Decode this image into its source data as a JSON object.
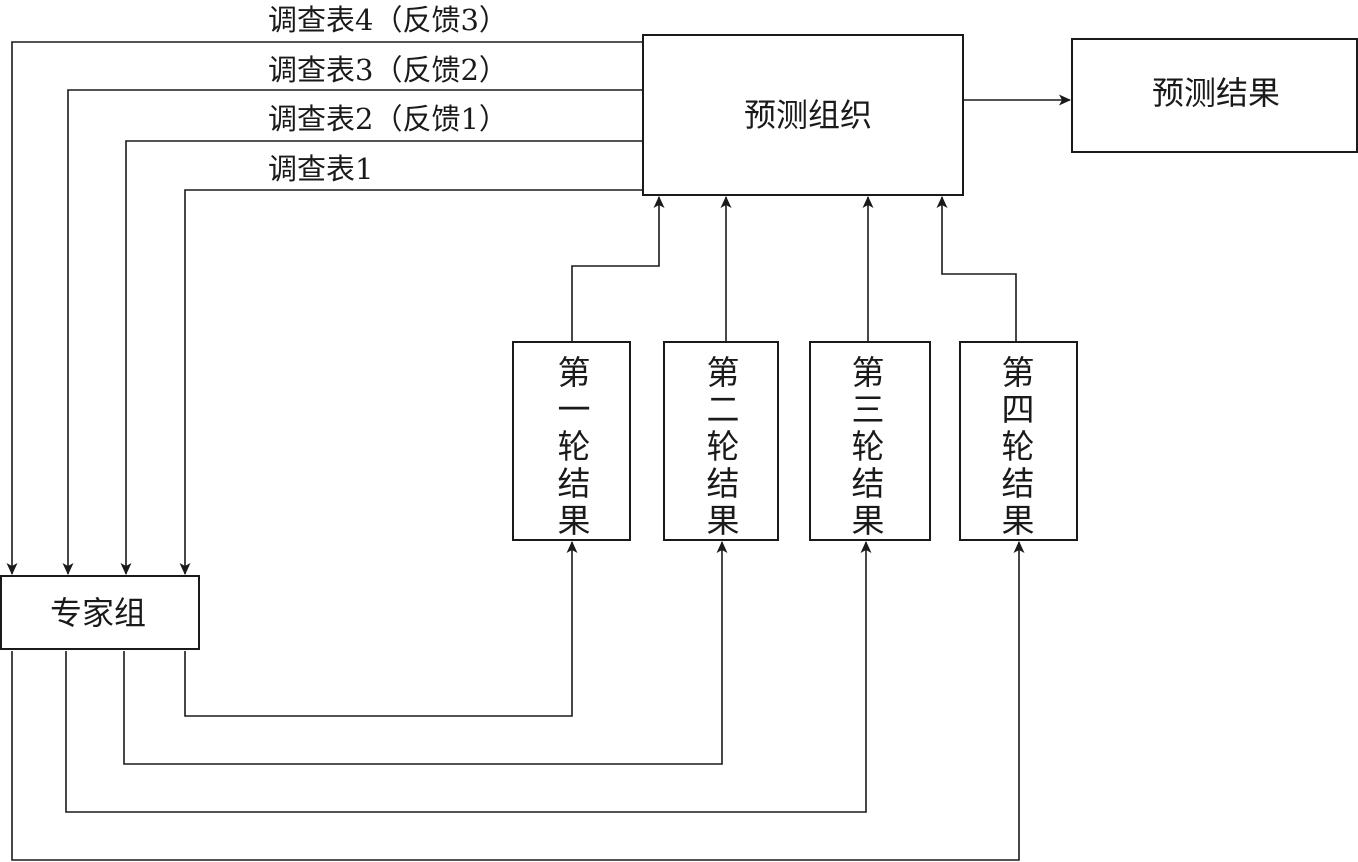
{
  "nodes": {
    "organization": "预测组织",
    "result": "预测结果",
    "experts": "专家组",
    "rounds": [
      "第一轮结果",
      "第二轮结果",
      "第三轮结果",
      "第四轮结果"
    ]
  },
  "questionnaires": [
    "调查表4（反馈3）",
    "调查表3（反馈2）",
    "调查表2（反馈1）",
    "调查表1"
  ],
  "colors": {
    "stroke": "#1a1a1a",
    "background": "#ffffff"
  }
}
